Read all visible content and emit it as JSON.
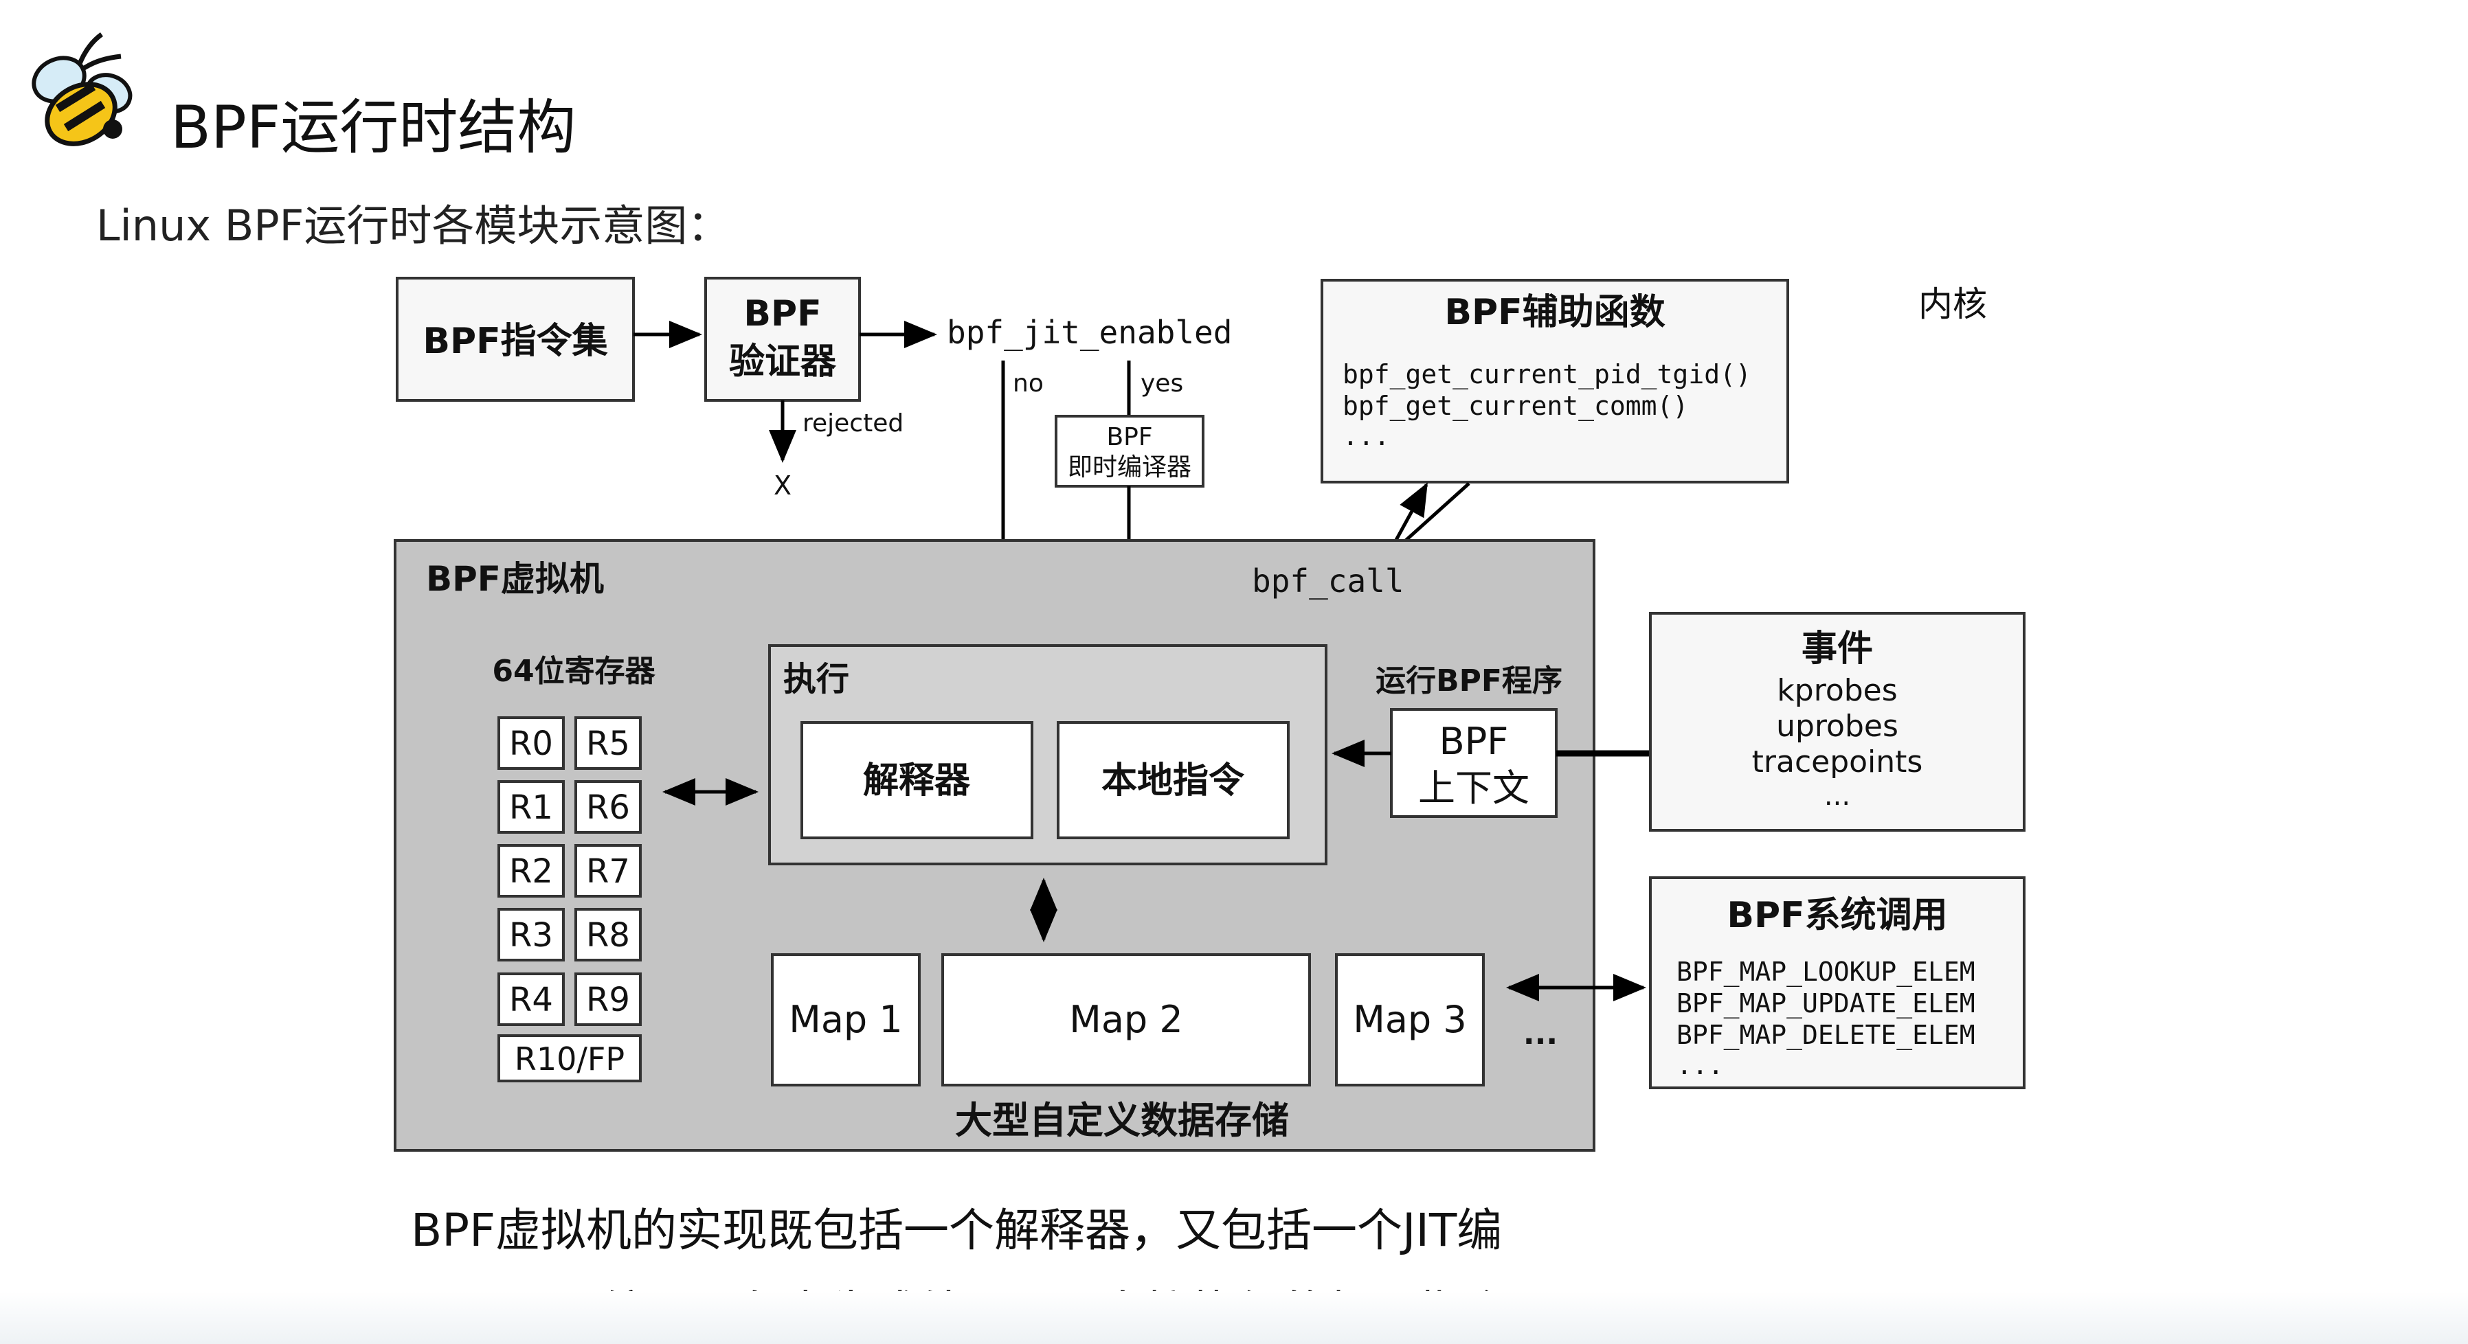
{
  "header": {
    "title": "BPF运行时结构",
    "subtitle": "Linux BPF运行时各模块示意图："
  },
  "diagram": {
    "instruction_set": "BPF指令集",
    "verifier_line1": "BPF",
    "verifier_line2": "验证器",
    "jit_flag": "bpf_jit_enabled",
    "no_label": "no",
    "yes_label": "yes",
    "rejected_label": "rejected",
    "reject_mark": "X",
    "jit_box_line1": "BPF",
    "jit_box_line2": "即时编译器",
    "kernel_label": "内核",
    "helpers": {
      "title": "BPF辅助函数",
      "items": [
        "bpf_get_current_pid_tgid()",
        "bpf_get_current_comm()",
        "..."
      ]
    },
    "vm_label": "BPF虚拟机",
    "bpf_call": "bpf_call",
    "registers_label": "64位寄存器",
    "registers": [
      "R0",
      "R5",
      "R1",
      "R6",
      "R2",
      "R7",
      "R3",
      "R8",
      "R4",
      "R9"
    ],
    "register_fp": "R10/FP",
    "exec_label": "执行",
    "interpreter": "解释器",
    "native": "本地指令",
    "run_program": "运行BPF程序",
    "context_line1": "BPF",
    "context_line2": "上下文",
    "events": {
      "title": "事件",
      "items": [
        "kprobes",
        "uprobes",
        "tracepoints",
        "..."
      ]
    },
    "syscalls": {
      "title": "BPF系统调用",
      "items": [
        "BPF_MAP_LOOKUP_ELEM",
        "BPF_MAP_UPDATE_ELEM",
        "BPF_MAP_DELETE_ELEM",
        "..."
      ]
    },
    "maps": [
      "Map 1",
      "Map 2",
      "Map 3"
    ],
    "maps_more": "...",
    "storage_label": "大型自定义数据存储"
  },
  "caption": {
    "line1": "BPF虚拟机的实现既包括一个解释器，又包括一个JIT编",
    "line2": "译器：JIT编译器负责生成处理器可直接执行的机器指令"
  }
}
